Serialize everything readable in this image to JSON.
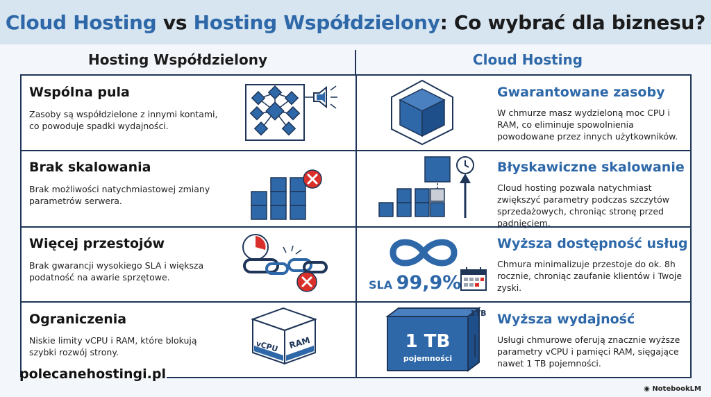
{
  "header": {
    "title_part1": "Cloud Hosting",
    "title_vs": " vs ",
    "title_part2": "Hosting Współdzielony",
    "title_part3": ": Co wybrać dla biznesu?"
  },
  "columns": {
    "left": "Hosting Współdzielony",
    "right": "Cloud Hosting"
  },
  "left_rows": [
    {
      "title": "Wspólna pula",
      "desc": "Zasoby są współdzielone z innymi kontami, co powoduje spadki wydajności.",
      "icon": "shared-network-icon"
    },
    {
      "title": "Brak skalowania",
      "desc": "Brak możliwości natychmiastowej zmiany parametrów serwera.",
      "icon": "blocked-cubes-icon"
    },
    {
      "title": "Więcej przestojów",
      "desc": "Brak gwarancji wysokiego SLA i większa podatność na awarie sprzętowe.",
      "icon": "broken-chain-icon"
    },
    {
      "title": "Ograniczenia",
      "desc": "Niskie limity vCPU i RAM, które blokują szybki rozwój strony.",
      "icon": "limited-box-icon"
    }
  ],
  "right_rows": [
    {
      "title": "Gwarantowane zasoby",
      "desc": "W chmurze masz wydzieloną moc CPU i RAM, co eliminuje spowolnienia powodowane przez innych użytkowników.",
      "icon": "dedicated-cube-icon"
    },
    {
      "title": "Błyskawiczne skalowanie",
      "desc": "Cloud hosting pozwala natychmiast zwiększyć parametry podczas szczytów sprzedażowych, chroniąc stronę przed padnięciem.",
      "icon": "scaling-cubes-icon"
    },
    {
      "title": "Wyższa dostępność usług",
      "desc": "Chmura minimalizuje przestoje do ok. 8h rocznie, chroniąc zaufanie klientów i Twoje zyski.",
      "icon": "infinity-icon"
    },
    {
      "title": "Wyższa wydajność",
      "desc": "Usługi chmurowe oferują znacznie wyższe parametry vCPU i pamięci RAM, sięgające nawet 1 TB pojemności.",
      "icon": "storage-block-icon"
    }
  ],
  "sla": {
    "prefix": "SLA",
    "value": "99,9%"
  },
  "box_labels": {
    "vcpu": "vCPU",
    "ram": "RAM"
  },
  "storage": {
    "value": "1 TB",
    "label": "pojemności",
    "corner": "1TB"
  },
  "footer": {
    "site": "polecanehostingi.pl",
    "brand": "NotebookLM"
  },
  "colors": {
    "accent": "#2e68a8",
    "dark": "#1e3558",
    "danger": "#d9302c",
    "header_bg": "#d7e5f1"
  }
}
